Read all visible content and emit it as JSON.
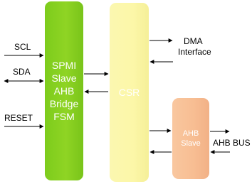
{
  "blocks": {
    "fsm": {
      "lines": [
        "SPMI",
        "Slave",
        "AHB",
        "Bridge",
        "FSM"
      ]
    },
    "csr": {
      "label": "CSR"
    },
    "ahb_slave": {
      "lines": [
        "AHB",
        "Slave"
      ]
    }
  },
  "signals": {
    "scl": "SCL",
    "sda": "SDA",
    "reset": "RESET",
    "dma_line1": "DMA",
    "dma_line2": "Interface",
    "ahb_bus": "AHB BUS"
  },
  "colors": {
    "fsm": "#8fd424",
    "csr": "#fcf7a8",
    "ahb_slave": "#f7bd92",
    "arrow": "#000000"
  }
}
